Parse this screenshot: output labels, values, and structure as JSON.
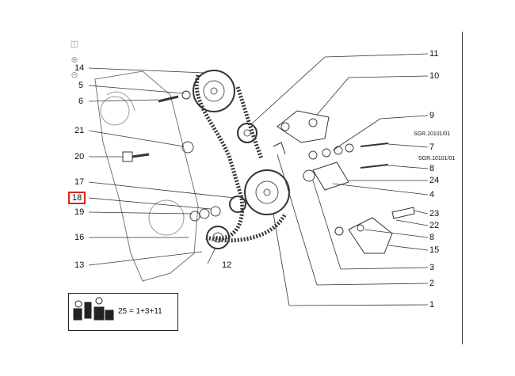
{
  "toolbar": {
    "icons": [
      "document-icon",
      "zoom-in-icon",
      "zoom-out-icon"
    ]
  },
  "callouts": {
    "left": [
      "14",
      "5",
      "6",
      "21",
      "20",
      "17",
      "18",
      "19",
      "16",
      "13",
      "12"
    ],
    "right": [
      "11",
      "10",
      "9",
      "SGR.10101/01",
      "7",
      "SGR.10101/01",
      "8",
      "24",
      "4",
      "23",
      "22",
      "8",
      "15",
      "3",
      "2",
      "1"
    ]
  },
  "selected_callout": "18",
  "kit": {
    "text": "25 = 1+3+11"
  },
  "colors": {
    "line": "#333333",
    "highlight": "#dd2222"
  }
}
